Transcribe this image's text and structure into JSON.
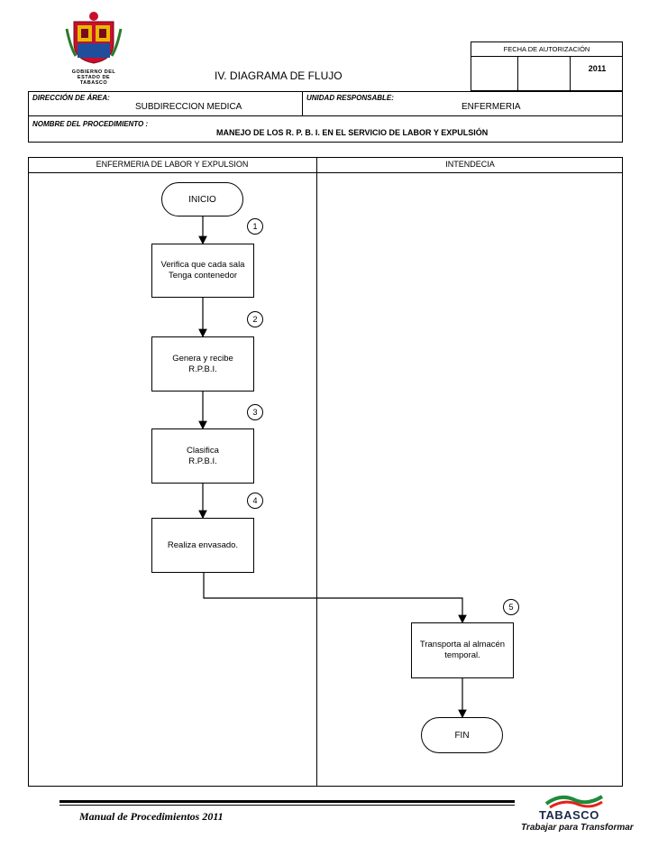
{
  "header": {
    "coat_of_arms_text": [
      "GOBIERNO DEL",
      "ESTADO DE",
      "TABASCO"
    ],
    "title": "IV. DIAGRAMA  DE FLUJO",
    "authorization_label": "FECHA DE AUTORIZACIÓN",
    "authorization_year": "2011",
    "area_label": "DIRECCIÓN DE ÁREA:",
    "area_value": "SUBDIRECCION MEDICA",
    "unit_label": "UNIDAD RESPONSABLE:",
    "unit_value": "ENFERMERIA",
    "procedure_label": "NOMBRE DEL PROCEDIMIENTO :",
    "procedure_value": "MANEJO DE LOS R. P. B. I. EN EL SERVICIO DE LABOR Y EXPULSIÓN"
  },
  "lanes": {
    "left": "ENFERMERIA DE LABOR Y EXPULSION",
    "right": "INTENDECIA"
  },
  "flow": {
    "start": "INICIO",
    "end": "FIN",
    "steps": [
      {
        "number": "1",
        "text": "Verifica que cada sala\nTenga contenedor"
      },
      {
        "number": "2",
        "text": "Genera y recibe\nR.P.B.I."
      },
      {
        "number": "3",
        "text": "Clasifica\nR.P.B.I."
      },
      {
        "number": "4",
        "text": "Realiza envasado."
      },
      {
        "number": "5",
        "text": "Transporta al almacén\ntemporal."
      }
    ]
  },
  "footer": {
    "manual": "Manual de Procedimientos 2011",
    "logo_word": "TABASCO",
    "slogan": "Trabajar para Transformar"
  }
}
